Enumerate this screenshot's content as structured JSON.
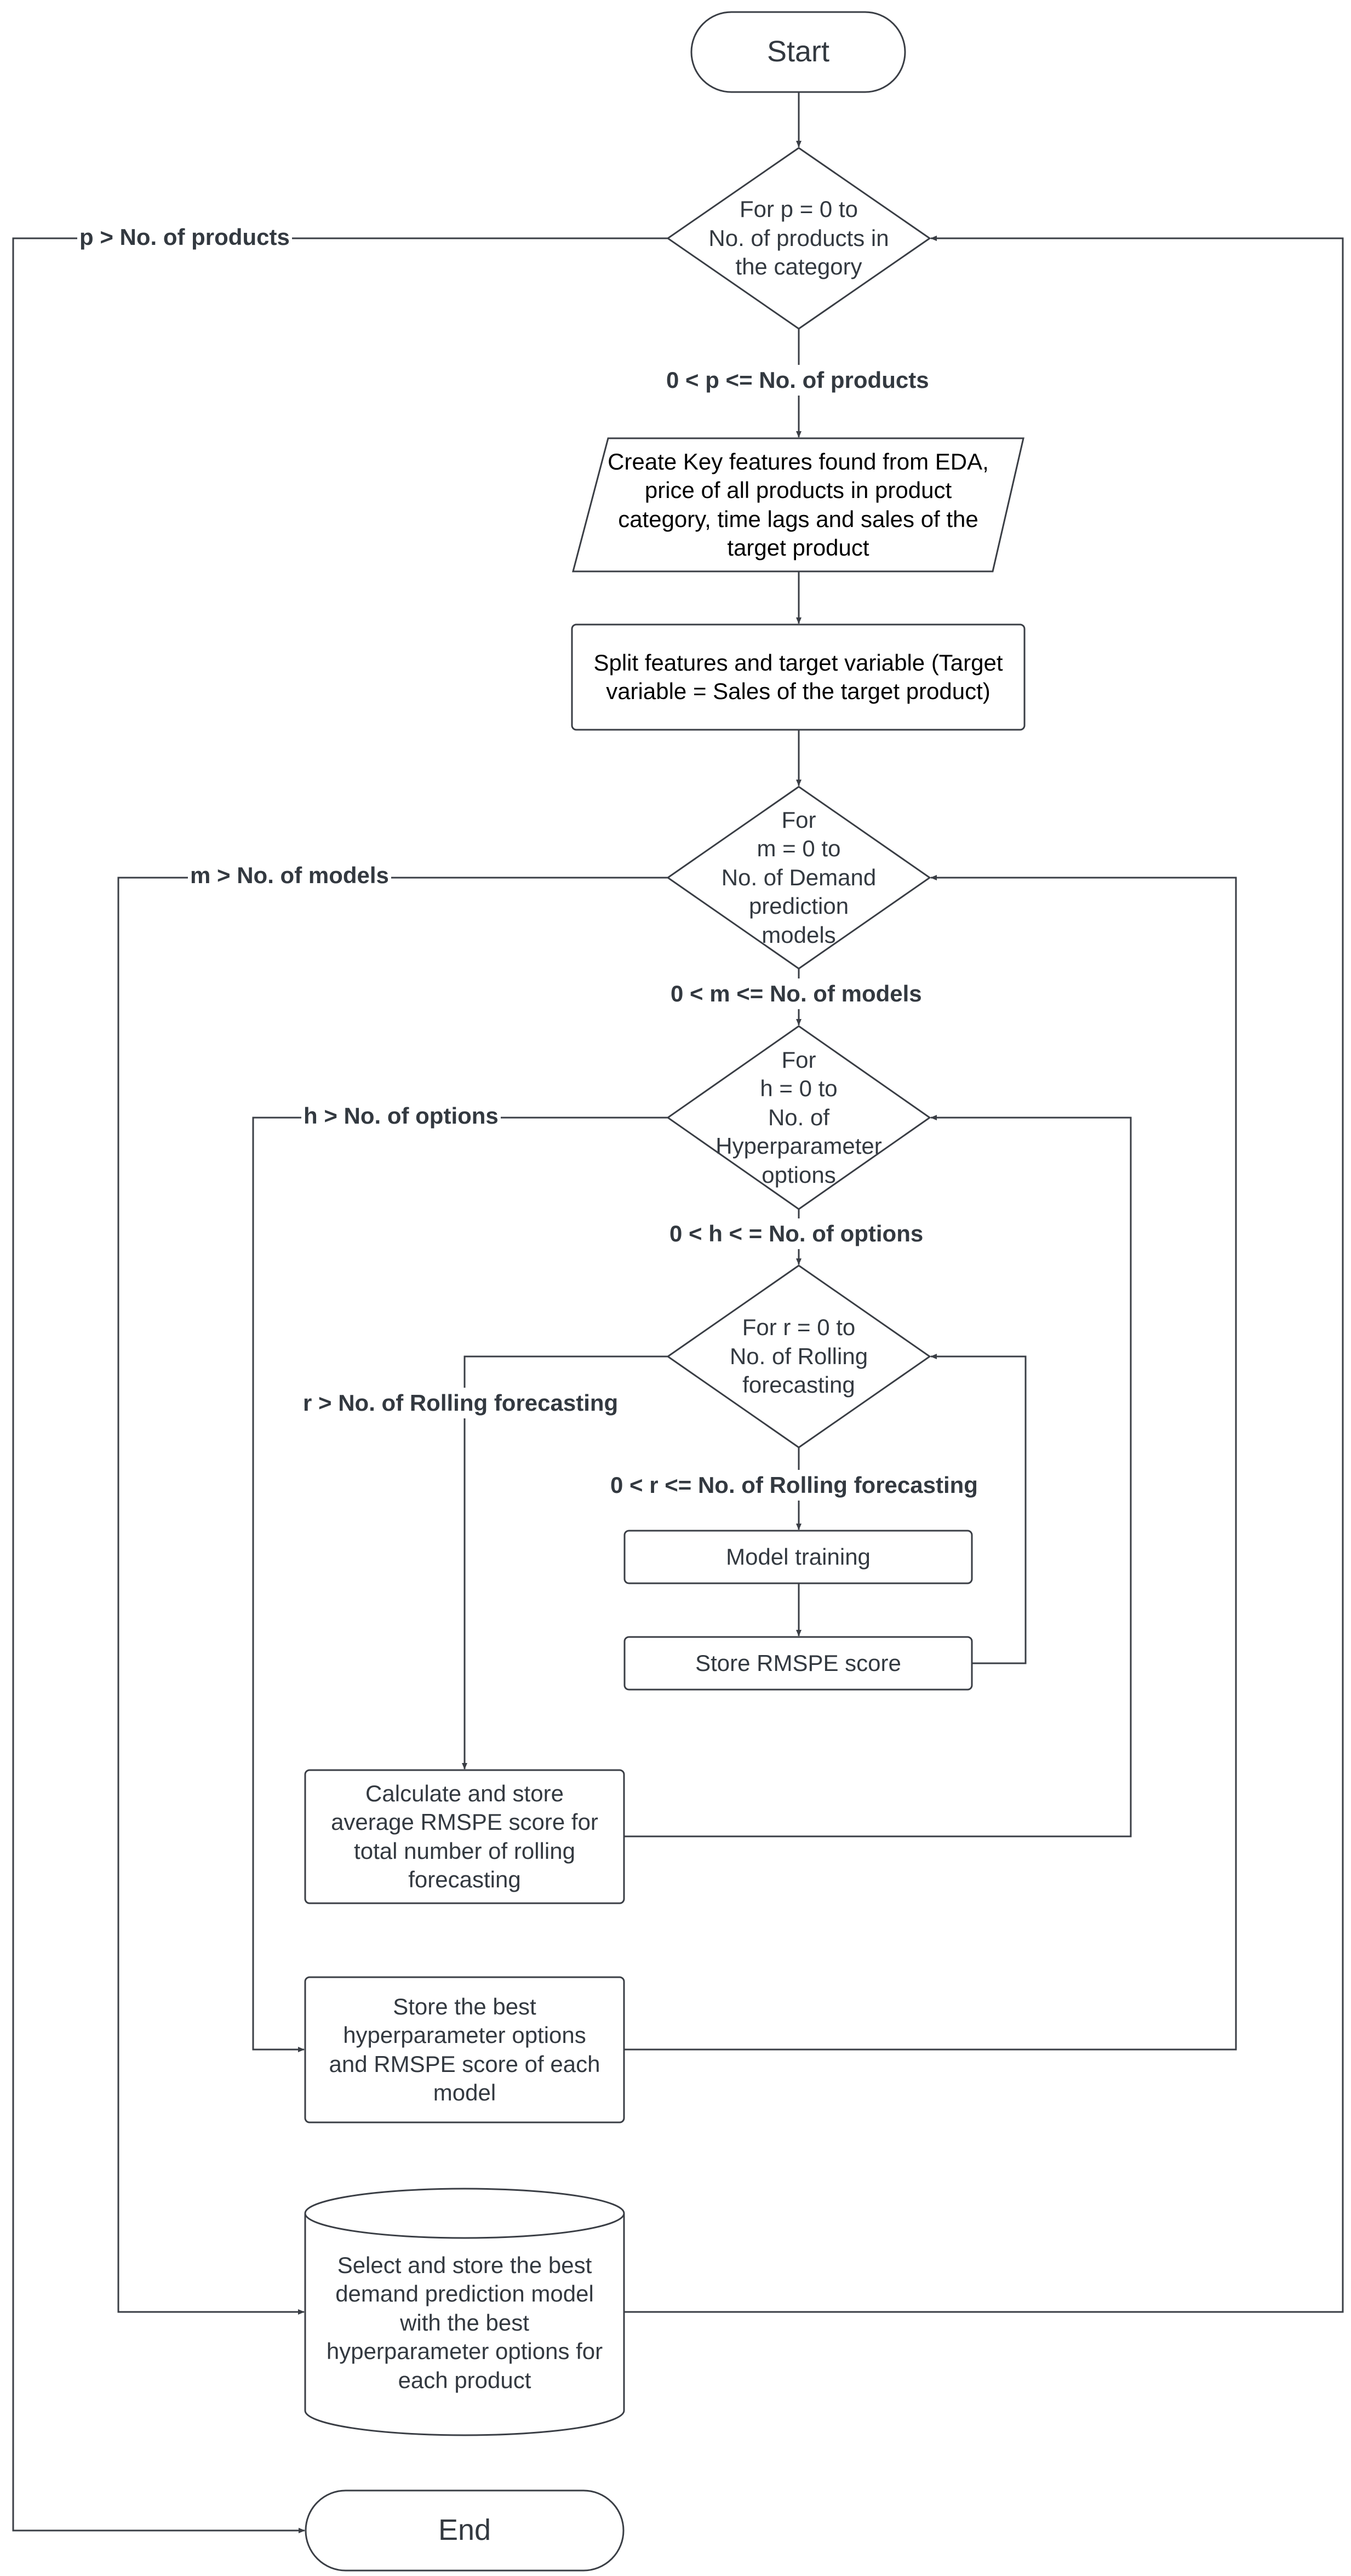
{
  "nodes": {
    "start": "Start",
    "loop_products": "For p = 0 to\nNo. of products in\nthe category",
    "create_features": "Create Key features found from EDA,\nprice of all products in product\ncategory, time lags and sales of the\ntarget product",
    "split_features": "Split features and target variable (Target\nvariable = Sales of the target product)",
    "loop_models": "For\nm = 0 to\nNo. of Demand\nprediction\nmodels",
    "loop_hyperparams": "For\nh = 0 to\nNo. of\nHyperparameter\noptions",
    "loop_rolling": "For r = 0 to\nNo. of Rolling\nforecasting",
    "model_training": "Model training",
    "store_rmspe": "Store RMSPE score",
    "calc_average": "Calculate and store\naverage RMSPE score for\ntotal number of rolling\nforecasting",
    "store_best_hyper": "Store the best\nhyperparameter options\nand RMSPE score of each\nmodel",
    "select_best_model": "Select and store the best\ndemand prediction model\nwith the best\nhyperparameter options for\neach product",
    "end": "End"
  },
  "edges": {
    "p_exit": "p > No. of products",
    "p_continue": "0 < p <= No. of products",
    "m_exit": "m > No. of models",
    "m_continue": "0 < m <= No. of models",
    "h_exit": "h > No. of options",
    "h_continue": "0 < h < = No. of options",
    "r_exit": "r > No. of Rolling forecasting",
    "r_continue": "0 < r <= No. of Rolling forecasting"
  },
  "colors": {
    "stroke": "#3a3e45",
    "text": "#333940",
    "background": "#ffffff"
  }
}
